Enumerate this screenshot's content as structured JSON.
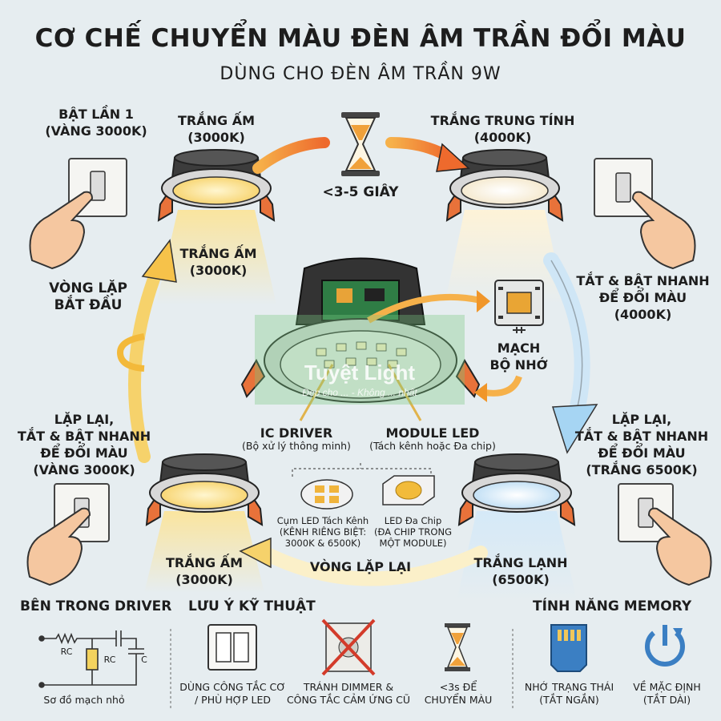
{
  "title": "CƠ CHẾ CHUYỂN MÀU ĐÈN ÂM TRẦN ĐỔI MÀU",
  "subtitle": "DÙNG CHO ĐÈN ÂM TRẦN 9W",
  "steps": {
    "first_on": {
      "line1": "BẬT LẦN 1",
      "line2": "(VÀNG 3000K)"
    },
    "warm_top": {
      "line1": "TRẮNG ẤM",
      "line2": "(3000K)"
    },
    "timer": "<3-5 GIÂY",
    "neutral_top": {
      "line1": "TRẮNG TRUNG TÍNH",
      "line2": "(4000K)"
    },
    "warm_mid": {
      "line1": "TRẮNG ẤM",
      "line2": "(3000K)"
    },
    "loop_start": {
      "line1": "VÒNG LẶP",
      "line2": "BẮT ĐẦU"
    },
    "toggle_4000": {
      "line1": "TẮT & BẬT NHANH",
      "line2": "ĐỂ ĐỔI MÀU",
      "line3": "(4000K)"
    },
    "memory_circuit": {
      "line1": "MẠCH",
      "line2": "BỘ NHỚ"
    },
    "repeat_left": {
      "line1": "LẶP LẠI,",
      "line2": "TẮT & BẬT NHANH",
      "line3": "ĐỂ ĐỔI MÀU",
      "line4": "(VÀNG 3000K)"
    },
    "repeat_right": {
      "line1": "LẶP LẠI,",
      "line2": "TẮT & BẬT NHANH",
      "line3": "ĐỂ ĐỔI MÀU",
      "line4": "(TRẮNG 6500K)"
    },
    "ic_driver": {
      "label": "IC DRIVER",
      "desc": "(Bộ xử lý thông minh)"
    },
    "module_led": {
      "label": "MODULE LED",
      "desc": "(Tách kênh hoặc Đa chip)"
    },
    "split_led": {
      "line1": "Cụm LED Tách Kênh",
      "line2": "(KÊNH RIÊNG BIỆT:",
      "line3": "3000K & 6500K)"
    },
    "multi_chip": {
      "line1": "LED Đa Chip",
      "line2": "(ĐA CHIP TRONG",
      "line3": "MỘT MODULE)"
    },
    "warm_bottom": {
      "line1": "TRẮNG ẤM",
      "line2": "(3000K)"
    },
    "loop_again": "VÒNG LẶP LẠI",
    "cool_bottom": {
      "line1": "TRẮNG LẠNH",
      "line2": "(6500K)"
    }
  },
  "watermark": {
    "line1": "Tuyệt Light",
    "line2": "Đẹp cho ... - Không ... nhất"
  },
  "bottom": {
    "driver_head": "BÊN TRONG DRIVER",
    "rc1": "RC",
    "rc2": "RC",
    "c": "C",
    "circuit_caption": "Sơ đồ mạch nhỏ",
    "tech_head": "LƯU Ý KỸ THUẬT",
    "note_switch": {
      "line1": "DÙNG CÔNG TẮC CƠ",
      "line2": "/ PHÙ HỢP LED"
    },
    "note_dimmer": {
      "line1": "TRÁNH DIMMER &",
      "line2": "CÔNG TẮC CẢM ỨNG CŨ"
    },
    "note_time": {
      "line1": "<3s ĐỂ",
      "line2": "CHUYỂN MÀU"
    },
    "memory_head": "TÍNH NĂNG MEMORY",
    "mem_state": {
      "line1": "NHỚ TRẠNG THÁI",
      "line2": "(TẮT NGẮN)"
    },
    "mem_default": {
      "line1": "VỀ MẶC ĐỊNH",
      "line2": "(TẮT DÀI)"
    }
  },
  "colors": {
    "background": "#e6edf0",
    "arrow_orange": "#f0962a",
    "warm_light": "#fce9a4",
    "cool_light": "#dcecf8",
    "lamp_orange": "#e8723a",
    "arrow_blue": "#b9dcf2",
    "arrow_yellow": "#f6d26b"
  }
}
